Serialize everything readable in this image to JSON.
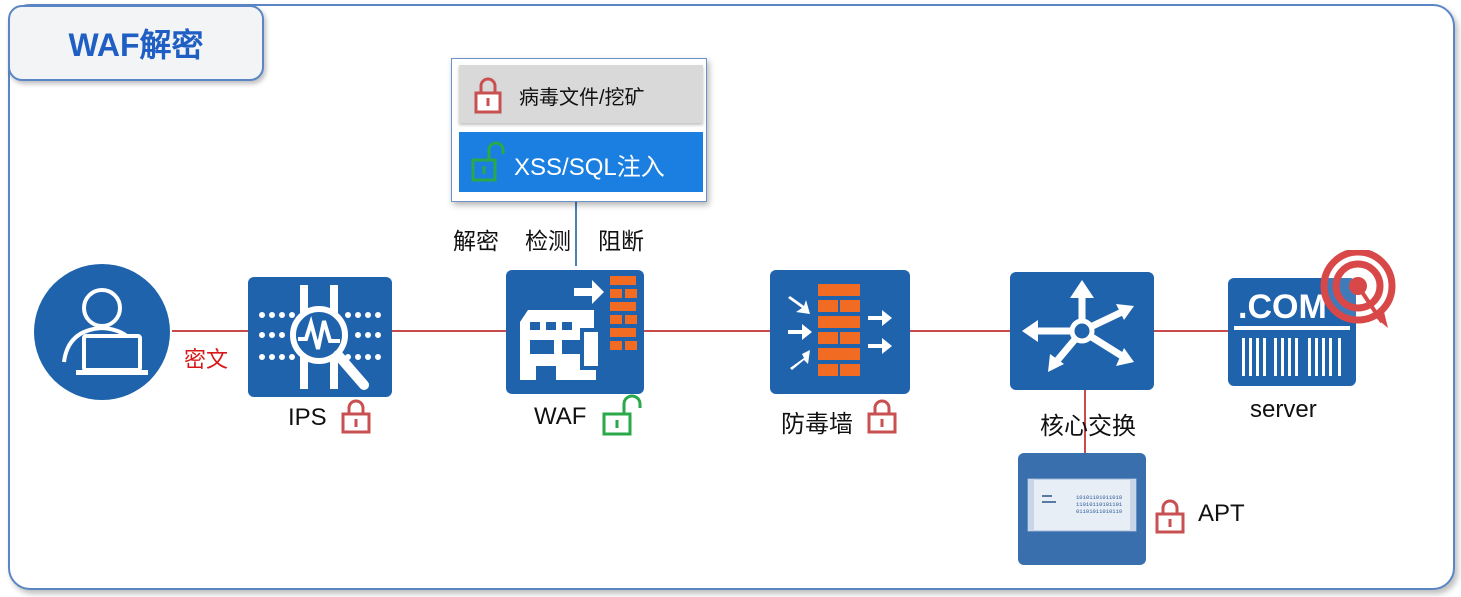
{
  "title": "WAF解密",
  "cipher_label": "密文",
  "popup": {
    "row1": {
      "label": "病毒文件/挖矿",
      "lock_icon": "locked-padlock-icon"
    },
    "row2": {
      "label": "XSS/SQL注入",
      "lock_icon": "unlocked-padlock-icon"
    }
  },
  "steps": [
    "解密",
    "检测",
    "阻断"
  ],
  "nodes": [
    {
      "id": "user",
      "label": "",
      "icon": "user-laptop-icon"
    },
    {
      "id": "ips",
      "label": "IPS",
      "icon": "ips-icon",
      "lock": "locked"
    },
    {
      "id": "waf",
      "label": "WAF",
      "icon": "waf-icon",
      "lock": "unlocked"
    },
    {
      "id": "firewall",
      "label": "防毒墙",
      "icon": "firewall-icon",
      "lock": "locked"
    },
    {
      "id": "core-switch",
      "label": "核心交换",
      "icon": "core-switch-icon"
    },
    {
      "id": "server",
      "label": "server",
      "icon": "server-icon",
      "text": ".COM"
    },
    {
      "id": "apt",
      "label": "APT",
      "icon": "apt-appliance-icon",
      "lock": "locked",
      "text_lines": [
        "10101101011010",
        "11010110101101",
        "01101011010110"
      ]
    }
  ],
  "colors": {
    "frame_border": "#5b86c5",
    "title_text": "#1f5fc4",
    "device_blue": "#1f63ad",
    "connection_line": "#c84a4a",
    "cipher_text": "#d61818",
    "locked": "#c85050",
    "unlocked": "#2aa84a",
    "brick_orange": "#f26b22",
    "popup_highlight": "#1a7fe0"
  }
}
